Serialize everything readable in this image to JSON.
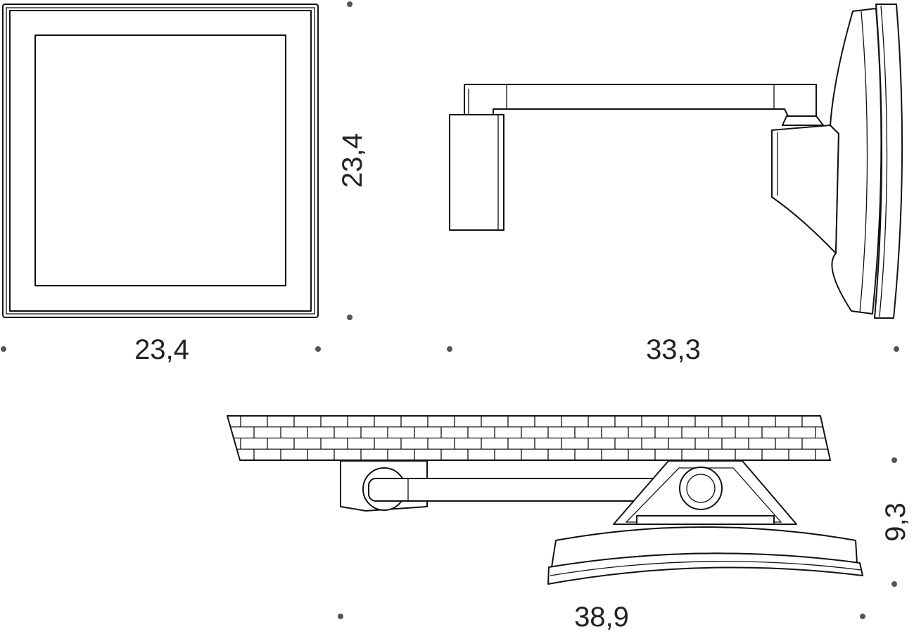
{
  "dimensions": {
    "front_width": "23,4",
    "front_height": "23,4",
    "side_depth": "33,3",
    "top_width": "38,9",
    "top_depth": "9,3"
  }
}
